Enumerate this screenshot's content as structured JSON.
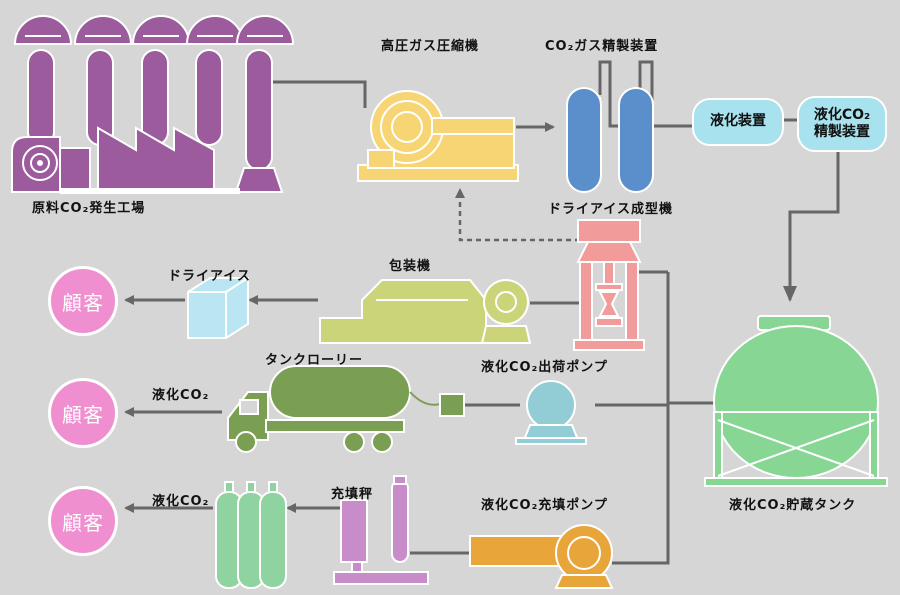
{
  "labels": {
    "raw_plant": "原料CO₂発生工場",
    "compressor": "高圧ガス圧縮機",
    "purifier": "CO₂ガス精製装置",
    "liquefier": "液化装置",
    "liquid_purifier_line1": "液化CO₂",
    "liquid_purifier_line2": "精製装置",
    "dry_ice_molder": "ドライアイス成型機",
    "packager": "包装機",
    "dry_ice": "ドライアイス",
    "shipping_pump": "液化CO₂出荷ポンプ",
    "tank_lorry": "タンクローリー",
    "liquid_co2_a": "液化CO₂",
    "filling_scale": "充填秤",
    "liquid_co2_b": "液化CO₂",
    "filling_pump": "液化CO₂充填ポンプ",
    "storage_tank": "液化CO₂貯蔵タンク"
  },
  "customers": {
    "c1": "顧客",
    "c2": "顧客",
    "c3": "顧客"
  },
  "colors": {
    "background": "#d6d6d6",
    "factory": "#9b5b9c",
    "compressor": "#f7d574",
    "purifier": "#5b8fcb",
    "pill": "#a8e2ee",
    "packager": "#cbd478",
    "dry_ice_block": "#b9e6f2",
    "press": "#f29b9b",
    "lorry": "#7a9e52",
    "pump_teal": "#92ccd4",
    "scale": "#c88ccb",
    "filling_pump": "#e8a63a",
    "cylinders": "#8ed3a0",
    "tank": "#88d694",
    "customer": "#f08fcf",
    "pipe": "#666666"
  }
}
